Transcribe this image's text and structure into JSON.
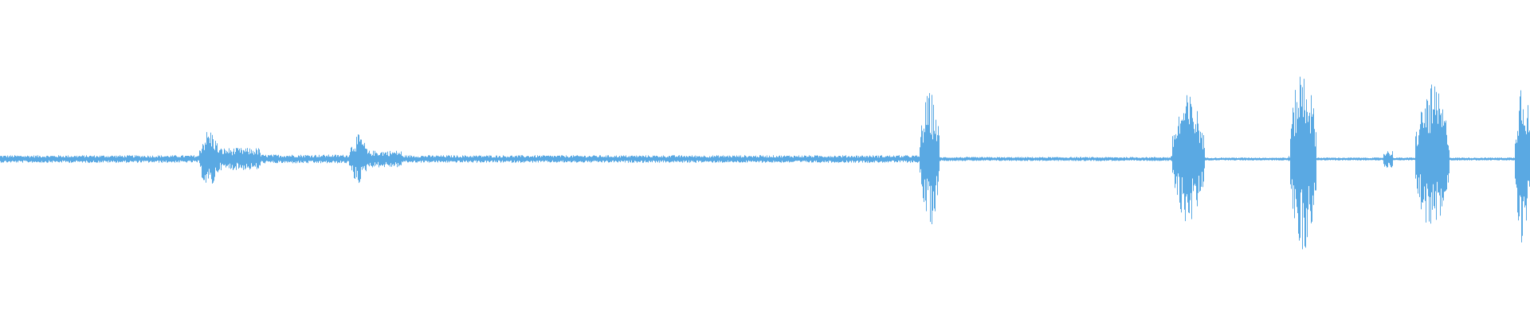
{
  "waveform": {
    "color": "#5aa9e3",
    "background": "#ffffff",
    "duration_normalized": [
      0,
      1
    ],
    "baseline_amplitude": 0.02,
    "segments": [
      {
        "start": 0.0,
        "end": 0.13,
        "amplitude": 0.025
      },
      {
        "start": 0.13,
        "end": 0.143,
        "amplitude": 0.22
      },
      {
        "start": 0.143,
        "end": 0.17,
        "amplitude": 0.08
      },
      {
        "start": 0.17,
        "end": 0.228,
        "amplitude": 0.03
      },
      {
        "start": 0.228,
        "end": 0.24,
        "amplitude": 0.18
      },
      {
        "start": 0.24,
        "end": 0.262,
        "amplitude": 0.06
      },
      {
        "start": 0.262,
        "end": 0.6,
        "amplitude": 0.025
      },
      {
        "start": 0.601,
        "end": 0.614,
        "amplitude": 0.5
      },
      {
        "start": 0.614,
        "end": 0.765,
        "amplitude": 0.012
      },
      {
        "start": 0.766,
        "end": 0.787,
        "amplitude": 0.48
      },
      {
        "start": 0.787,
        "end": 0.842,
        "amplitude": 0.008
      },
      {
        "start": 0.843,
        "end": 0.86,
        "amplitude": 0.7
      },
      {
        "start": 0.86,
        "end": 0.904,
        "amplitude": 0.008
      },
      {
        "start": 0.904,
        "end": 0.91,
        "amplitude": 0.06
      },
      {
        "start": 0.91,
        "end": 0.925,
        "amplitude": 0.008
      },
      {
        "start": 0.925,
        "end": 0.947,
        "amplitude": 0.55
      },
      {
        "start": 0.947,
        "end": 0.99,
        "amplitude": 0.008
      },
      {
        "start": 0.99,
        "end": 1.0,
        "amplitude": 0.65
      }
    ]
  }
}
